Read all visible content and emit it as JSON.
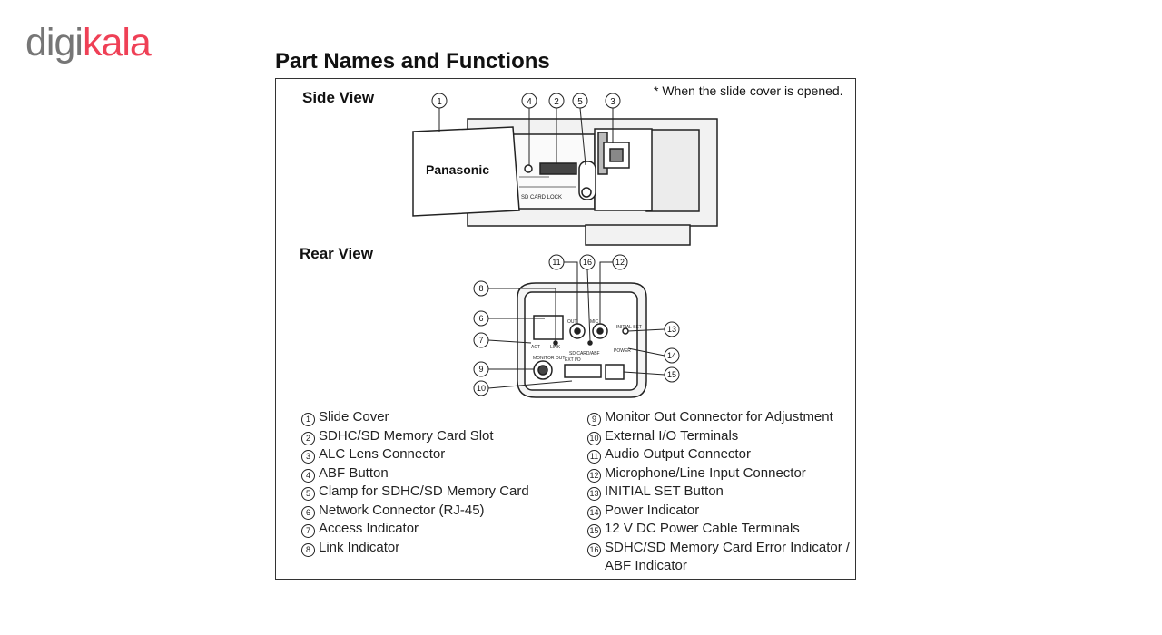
{
  "logo": {
    "part_a": "digi",
    "part_b": "kala"
  },
  "title": "Part Names and Functions",
  "side_view": {
    "heading": "Side View",
    "note": "* When the slide cover is opened.",
    "brand": "Panasonic",
    "sd_lock_label": "SD CARD LOCK"
  },
  "rear_view": {
    "heading": "Rear View",
    "labels": [
      "SD CARD/ABF",
      "POWER",
      "MONITOR OUT",
      "EXT I/O",
      "ACT",
      "LINK",
      "INITIAL SET",
      "MIC",
      "OUT"
    ]
  },
  "callouts": {
    "side": [
      "1",
      "4",
      "2",
      "5",
      "3"
    ],
    "rear": [
      "11",
      "16",
      "12",
      "8",
      "6",
      "7",
      "9",
      "10",
      "13",
      "14",
      "15"
    ]
  },
  "legend_left": [
    {
      "num": "1",
      "text": "Slide Cover"
    },
    {
      "num": "2",
      "text": "SDHC/SD Memory Card Slot"
    },
    {
      "num": "3",
      "text": "ALC Lens Connector"
    },
    {
      "num": "4",
      "text": "ABF Button"
    },
    {
      "num": "5",
      "text": "Clamp for SDHC/SD Memory Card"
    },
    {
      "num": "6",
      "text": "Network Connector (RJ-45)"
    },
    {
      "num": "7",
      "text": "Access Indicator"
    },
    {
      "num": "8",
      "text": "Link Indicator"
    }
  ],
  "legend_right": [
    {
      "num": "9",
      "text": "Monitor Out Connector for Adjustment"
    },
    {
      "num": "10",
      "text": "External I/O Terminals"
    },
    {
      "num": "11",
      "text": "Audio Output Connector"
    },
    {
      "num": "12",
      "text": "Microphone/Line Input Connector"
    },
    {
      "num": "13",
      "text": "INITIAL SET Button"
    },
    {
      "num": "14",
      "text": "Power Indicator"
    },
    {
      "num": "15",
      "text": "12 V DC Power Cable Terminals"
    },
    {
      "num": "16",
      "text": "SDHC/SD Memory Card Error Indicator /",
      "cont": "ABF Indicator"
    }
  ]
}
